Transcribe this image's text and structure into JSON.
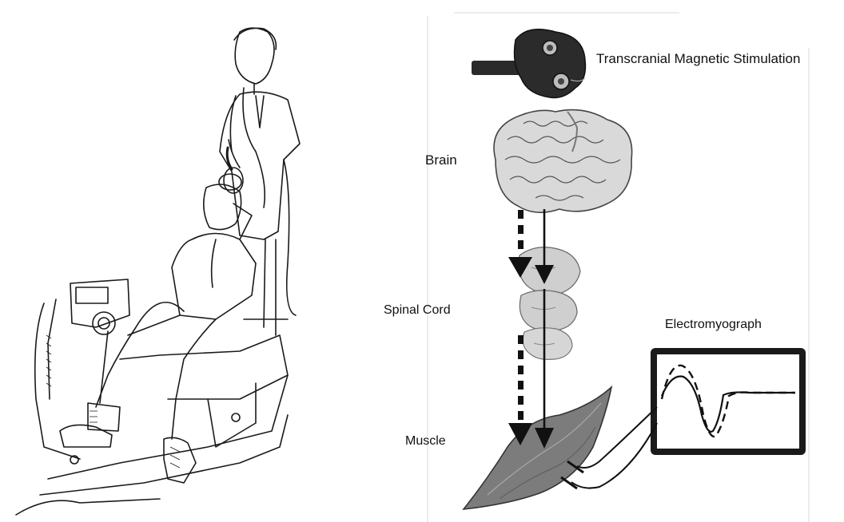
{
  "labels": {
    "tms": "Transcranial Magnetic Stimulation",
    "brain": "Brain",
    "spinal_cord": "Spinal Cord",
    "electromyograph": "Electromyograph",
    "muscle": "Muscle"
  },
  "colors": {
    "ink": "#1a1a1a",
    "tissue": "#8a8a8a",
    "background": "#ffffff"
  },
  "icons": {
    "tms_coil": "tms-coil-icon",
    "brain": "brain-icon",
    "spine": "spinal-cord-icon",
    "emg_monitor": "monitor-icon",
    "muscle": "muscle-icon"
  }
}
